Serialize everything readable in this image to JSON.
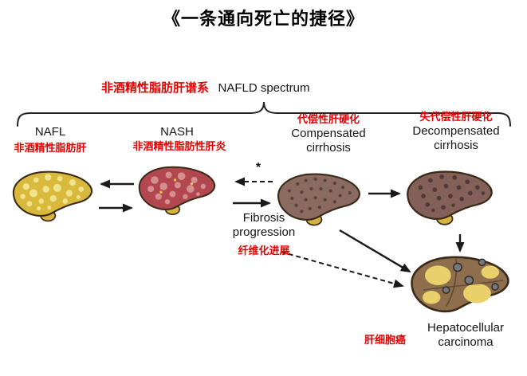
{
  "title": "《一条通向死亡的捷径》",
  "header": {
    "spectrum_label_zh": "非酒精性脂肪肝谱系",
    "spectrum_label_en": "NAFLD spectrum"
  },
  "stages": {
    "nafl": {
      "en": "NAFL",
      "zh": "非酒精性脂肪肝"
    },
    "nash": {
      "en": "NASH",
      "zh": "非酒精性脂肪性肝炎"
    },
    "compensated": {
      "zh": "代偿性肝硬化",
      "en_line1": "Compensated",
      "en_line2": "cirrhosis"
    },
    "decompensated": {
      "zh": "失代偿性肝硬化",
      "en_line1": "Decompensated",
      "en_line2": "cirrhosis"
    },
    "hcc": {
      "zh": "肝细胞癌",
      "en_line1": "Hepatocellular",
      "en_line2": "carcinoma"
    }
  },
  "annotations": {
    "fibrosis_line1": "Fibrosis",
    "fibrosis_line2": "progression",
    "fibrosis_zh": "纤维化进展",
    "asterisk": "*"
  },
  "colors": {
    "accent_red": "#e60000",
    "line_black": "#1a1a1a",
    "nafl_base": "#d8b93c",
    "nafl_spot": "#f1e28e",
    "nash_base": "#b2474f",
    "nash_spot": "#d58e8e",
    "nash_spot2": "#e3c04e",
    "cirrhosis_base": "#8b6a60",
    "cirrhosis_spot": "#57413b",
    "decomp_base": "#836158",
    "decomp_spot": "#4f3a35",
    "hcc_base": "#8f6e4e",
    "hcc_tumor": "#e9d06a",
    "hcc_nodule": "#787878",
    "gallbladder": "#d7b33e",
    "outline": "#3a2a18"
  }
}
